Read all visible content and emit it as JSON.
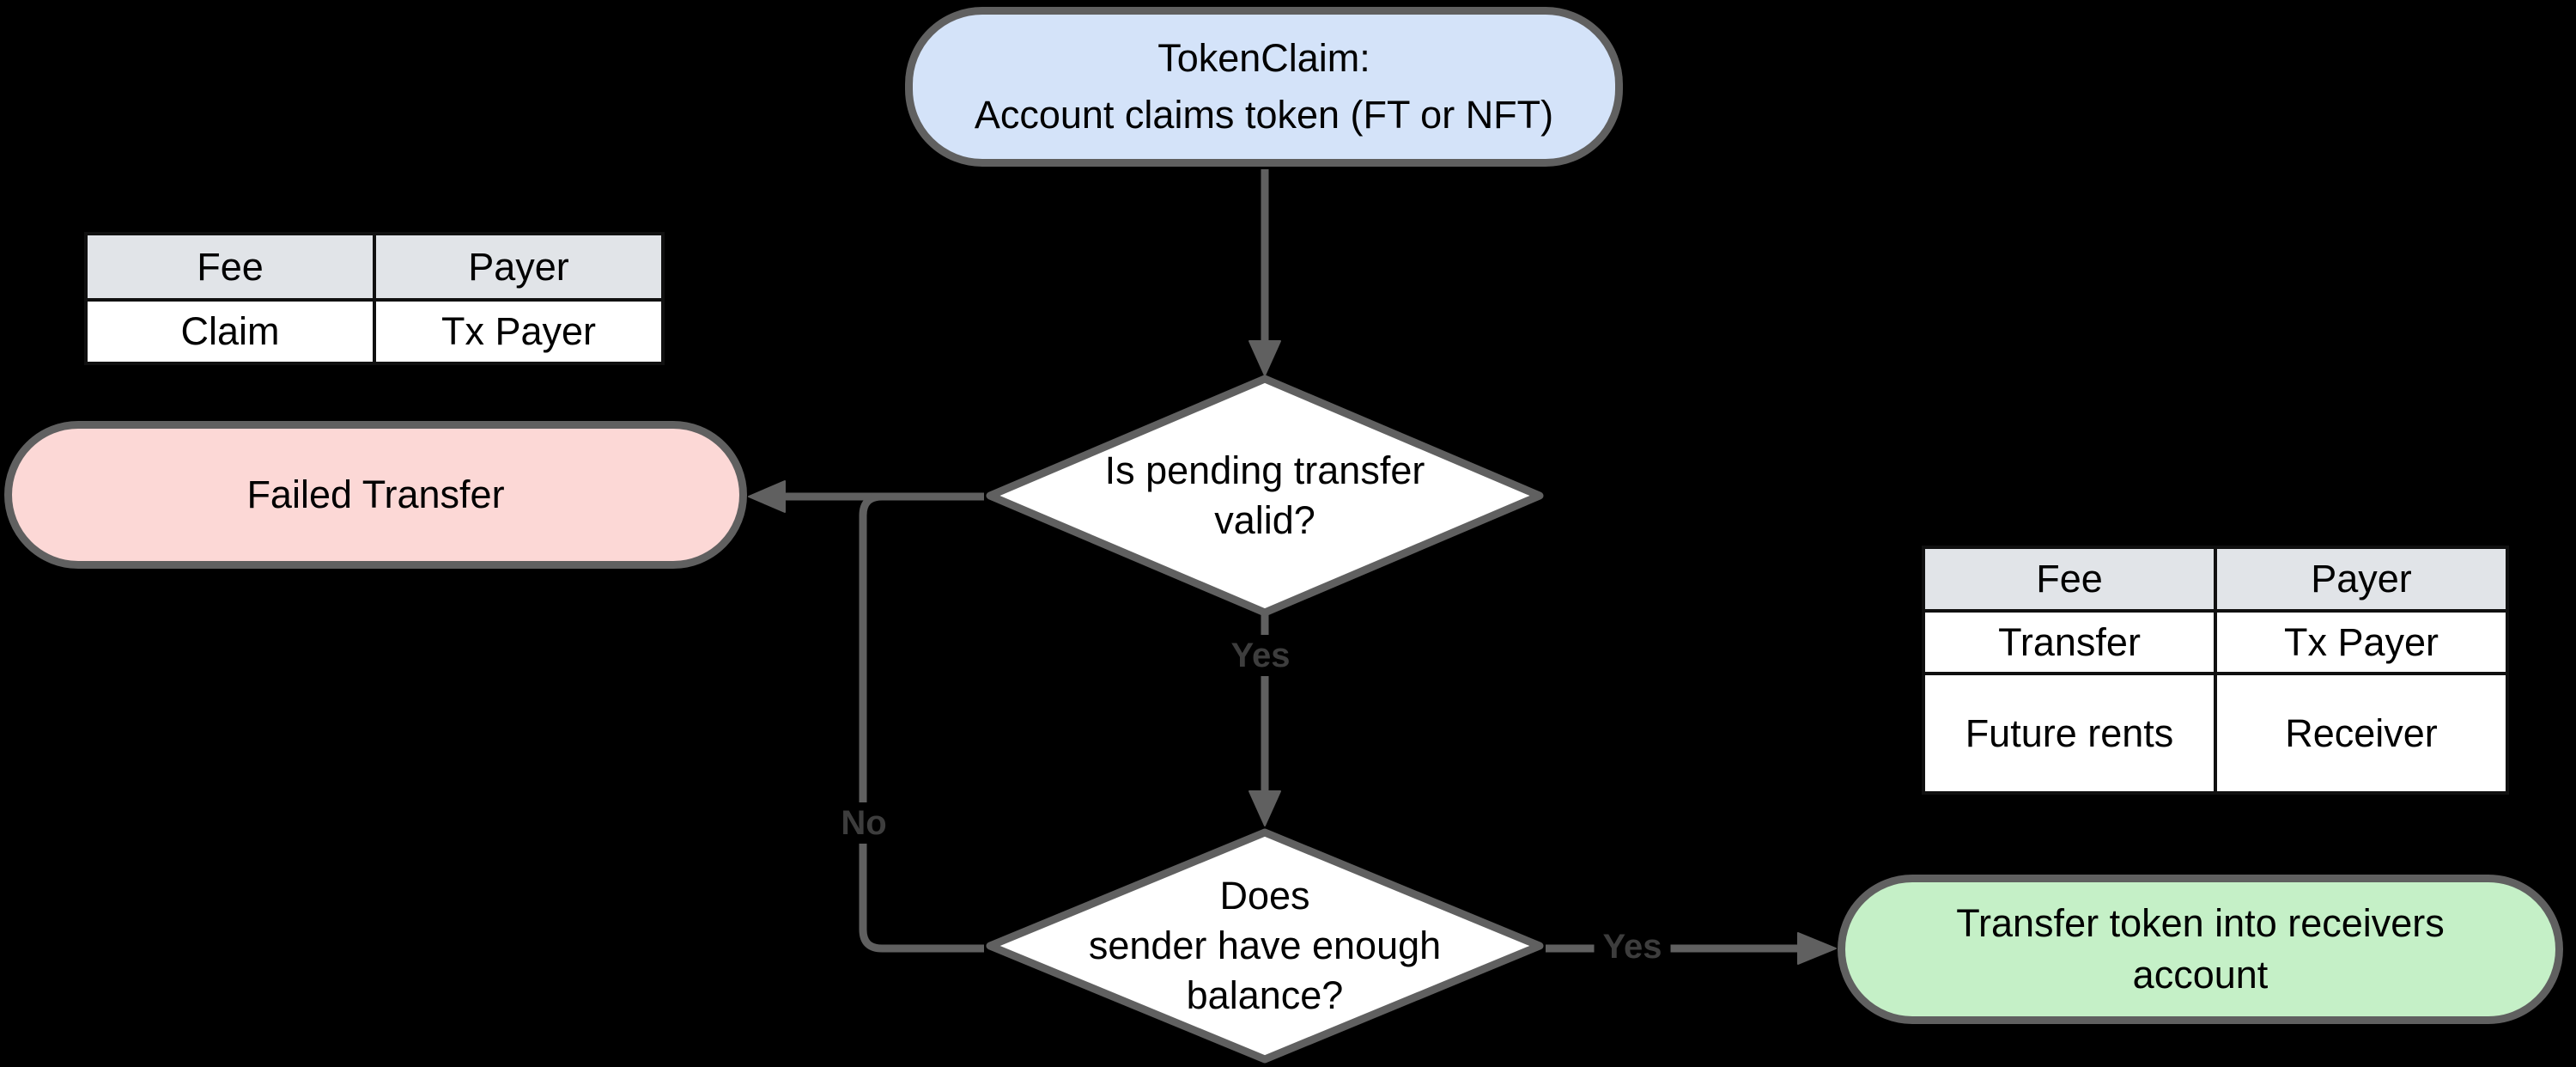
{
  "canvas": {
    "bg_color": "#000000",
    "line_color": "#606060",
    "shape_border_color": "#606060",
    "edge_label_color": "#3d3d3d"
  },
  "nodes": {
    "start": {
      "label": "TokenClaim:\nAccount claims token (FT or NFT)",
      "fill": "#d4e3f9"
    },
    "decision_pending_valid": {
      "label": "Is pending transfer\nvalid?",
      "fill": "#ffffff"
    },
    "failed": {
      "label": "Failed Transfer",
      "fill": "#fcd8d6"
    },
    "decision_enough_balance": {
      "label": "Does\nsender have enough\nbalance?",
      "fill": "#ffffff"
    },
    "success": {
      "label": "Transfer token into receivers\naccount",
      "fill": "#c5f0c7"
    }
  },
  "edges": {
    "yes_to_balance_check": "Yes",
    "no_to_failed": "No",
    "yes_to_success": "Yes"
  },
  "tables": {
    "claim_fees": {
      "header_bg": "#e1e4e8",
      "headers": [
        "Fee",
        "Payer"
      ],
      "rows": [
        [
          "Claim",
          "Tx Payer"
        ]
      ]
    },
    "transfer_fees": {
      "header_bg": "#e1e4e8",
      "headers": [
        "Fee",
        "Payer"
      ],
      "rows": [
        [
          "Transfer",
          "Tx Payer"
        ],
        [
          "Future rents",
          "Receiver"
        ]
      ]
    }
  }
}
